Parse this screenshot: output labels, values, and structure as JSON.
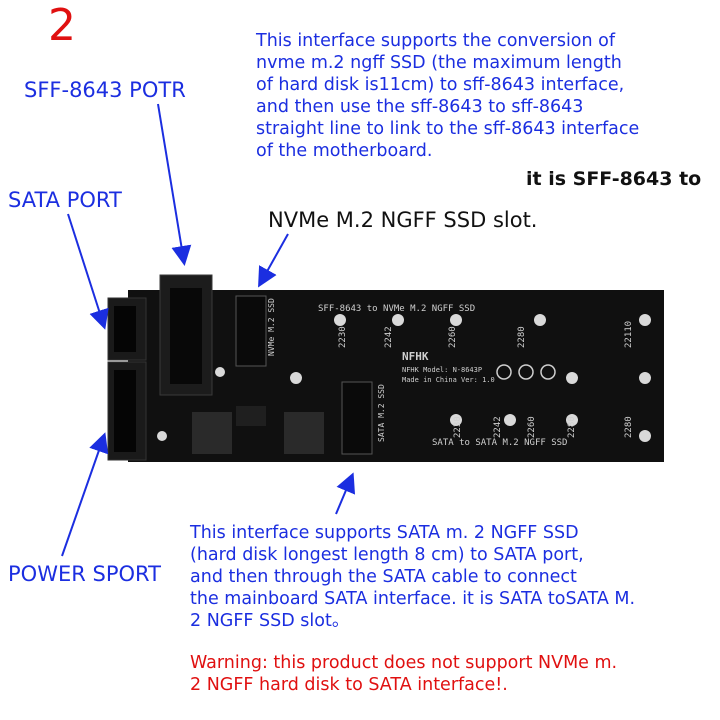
{
  "title_number": "2",
  "labels": {
    "sff_port": "SFF-8643 POTR",
    "sata_port": "SATA PORT",
    "power_port": "POWER SPORT",
    "nvme_slot": "NVMe M.2 NGFF SSD slot.",
    "sff_to": "it is SFF-8643 to"
  },
  "top_description": [
    "This interface supports the conversion of",
    "nvme m.2 ngff SSD (the maximum length",
    "of hard disk is11cm) to sff-8643 interface,",
    "and then use the sff-8643 to sff-8643",
    "straight line to link to the sff-8643 interface",
    "of the motherboard."
  ],
  "bottom_description": [
    "This interface supports SATA m. 2 NGFF SSD",
    "(hard disk longest length 8 cm) to SATA port,",
    "and then through the SATA cable to connect",
    "the mainboard SATA interface. it is SATA toSATA M.",
    "2 NGFF SSD slot。"
  ],
  "warning": [
    "Warning: this product does not support NVMe m.",
    "2 NGFF hard disk to SATA interface!."
  ],
  "board": {
    "nvme_slot_text": "SFF-8643 to NVMe M.2 NGFF SSD",
    "sata_slot_text": "SATA to SATA M.2 NGFF SSD",
    "nvme_side_text": "NVMe M.2 SSD",
    "sata_side_text": "SATA M.2 SSD",
    "brand": "NFHK",
    "model": "NFHK Model: N-8643P",
    "made_in": "Made in China  Ver: 1.0",
    "top_sizes": [
      "2230",
      "2242",
      "2260",
      "2280",
      "22110"
    ],
    "bottom_sizes": [
      "2230",
      "2242",
      "2260",
      "2280",
      "2280"
    ]
  },
  "colors": {
    "text_blue": "#1b2ee0",
    "warning_red": "#e01010",
    "pcb_black": "#101010"
  }
}
